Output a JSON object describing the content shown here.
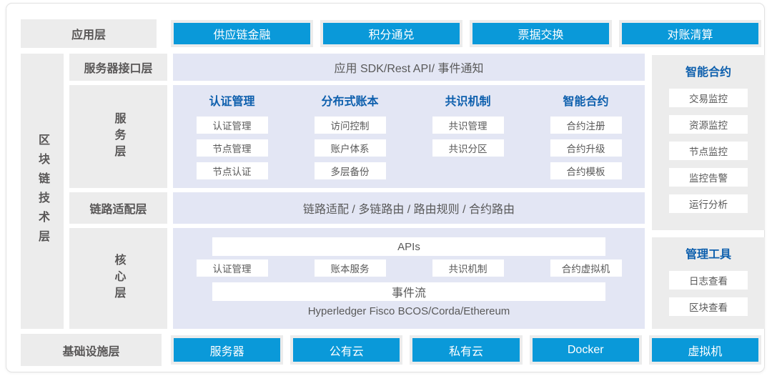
{
  "colors": {
    "button_blue": "#0a99d9",
    "header_blue": "#0d5fad",
    "panel_lavender": "#e3e6f4",
    "panel_gray": "#ececec",
    "label_text": "#595757"
  },
  "app_layer": {
    "label": "应用层",
    "buttons": [
      "供应链金融",
      "积分通兑",
      "票据交换",
      "对账清算"
    ]
  },
  "tech_layer": {
    "label": "区块链技术层"
  },
  "rows": {
    "interface": {
      "label": "服务器接口层",
      "content": "应用 SDK/Rest API/ 事件通知"
    },
    "service": {
      "label": "服务层",
      "columns": [
        {
          "header": "认证管理",
          "items": [
            "认证管理",
            "节点管理",
            "节点认证"
          ]
        },
        {
          "header": "分布式账本",
          "items": [
            "访问控制",
            "账户体系",
            "多层备份"
          ]
        },
        {
          "header": "共识机制",
          "items": [
            "共识管理",
            "共识分区"
          ]
        },
        {
          "header": "智能合约",
          "items": [
            "合约注册",
            "合约升级",
            "合约模板"
          ]
        }
      ]
    },
    "link": {
      "label": "链路适配层",
      "content": "链路适配 / 多链路由 / 路由规则 / 合约路由"
    },
    "core": {
      "label": "核心层",
      "apis": "APIs",
      "items": [
        "认证管理",
        "账本服务",
        "共识机制",
        "合约虚拟机"
      ],
      "event_stream": "事件流",
      "platforms": "Hyperledger Fisco BCOS/Corda/Ethereum"
    }
  },
  "sidebar": {
    "monitor": {
      "header": "智能合约",
      "items": [
        "交易监控",
        "资源监控",
        "节点监控",
        "监控告警",
        "运行分析"
      ]
    },
    "tools": {
      "header": "管理工具",
      "items": [
        "日志查看",
        "区块查看"
      ]
    }
  },
  "infra_layer": {
    "label": "基础设施层",
    "buttons": [
      "服务器",
      "公有云",
      "私有云",
      "Docker",
      "虚拟机"
    ]
  }
}
